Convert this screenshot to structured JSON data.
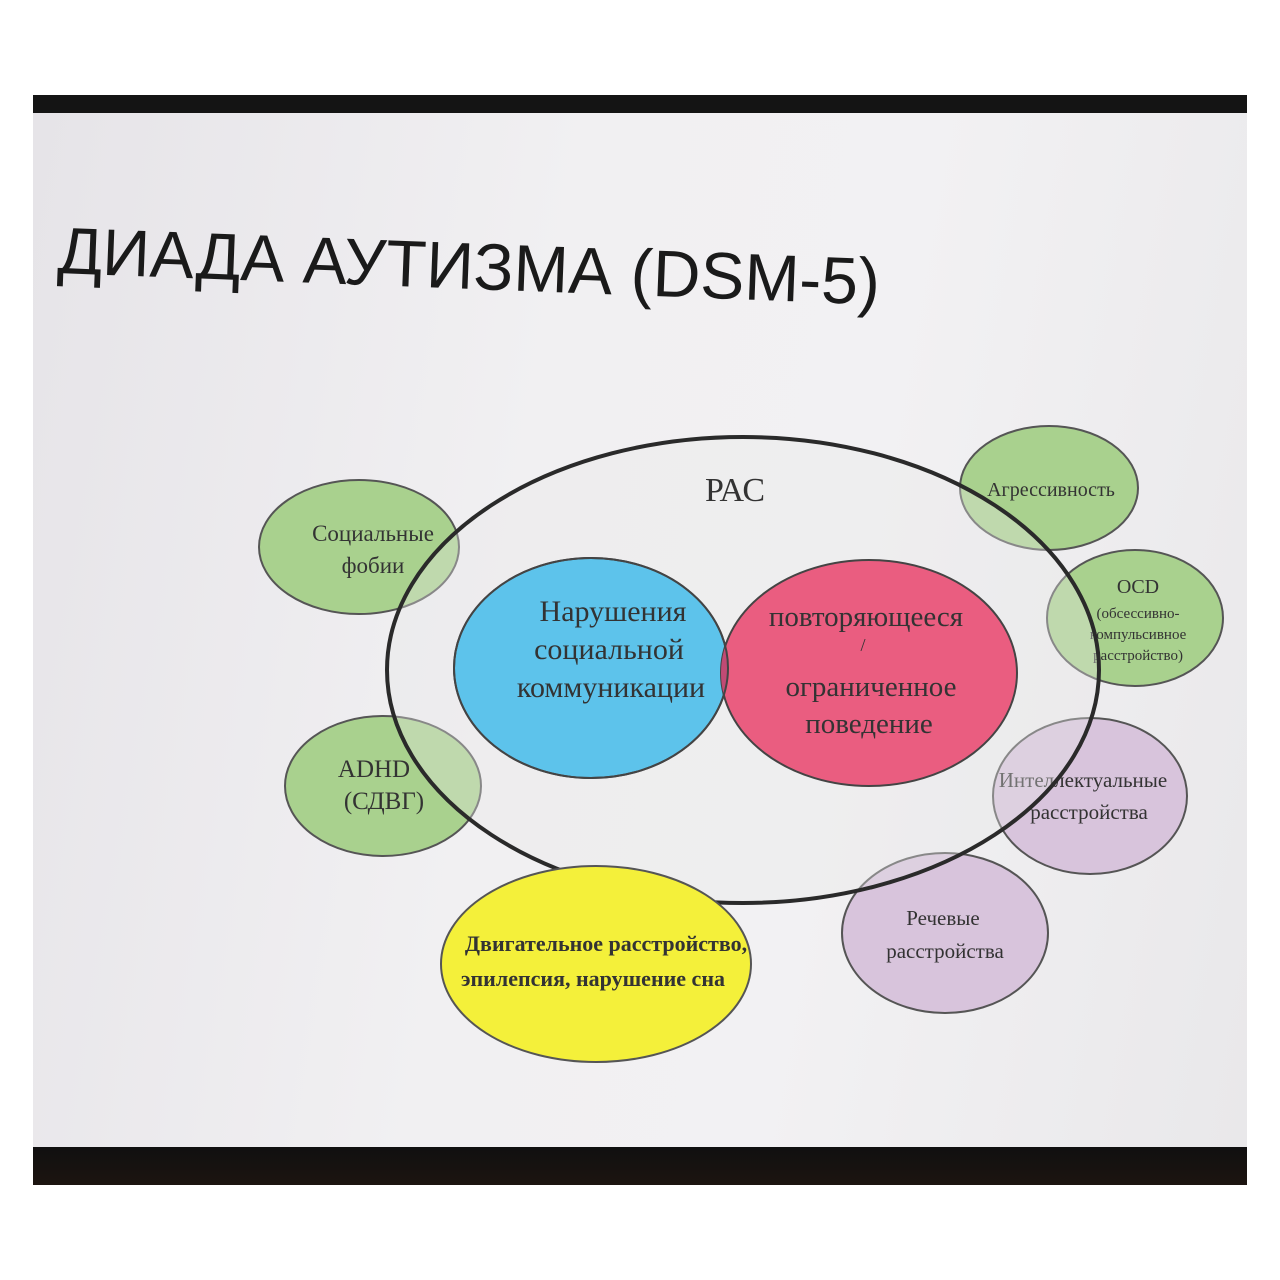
{
  "slide": {
    "title": "ДИАДА АУТИЗМА (DSM-5)",
    "outer_label": "РАС",
    "core_left": [
      "Нарушения",
      "социальной",
      "коммуникации"
    ],
    "core_right": [
      "повторяющееся",
      "/",
      "ограниченное",
      "поведение"
    ],
    "comorbid": {
      "social_phobia": [
        "Социальные",
        "фобии"
      ],
      "adhd": [
        "ADHD",
        "(СДВГ)"
      ],
      "motor": [
        "Двигательное расстройство,",
        "эпилепсия, нарушение сна"
      ],
      "aggression": [
        "Агрессивность"
      ],
      "ocd": [
        "OCD",
        "(обсессивно-",
        "компульсивное",
        "расстройство)"
      ],
      "intellectual": [
        "Интеллектуальные",
        "расстройства"
      ],
      "speech": [
        "Речевые",
        "расстройства"
      ]
    }
  },
  "colors": {
    "green": "#a9d18e",
    "blue": "#5dc3eb",
    "pink": "#ea5d80",
    "overlap": "#c14a74",
    "yellow": "#f4f03a",
    "purple": "#d8c4dc",
    "motor_text": "#b03a1e"
  }
}
